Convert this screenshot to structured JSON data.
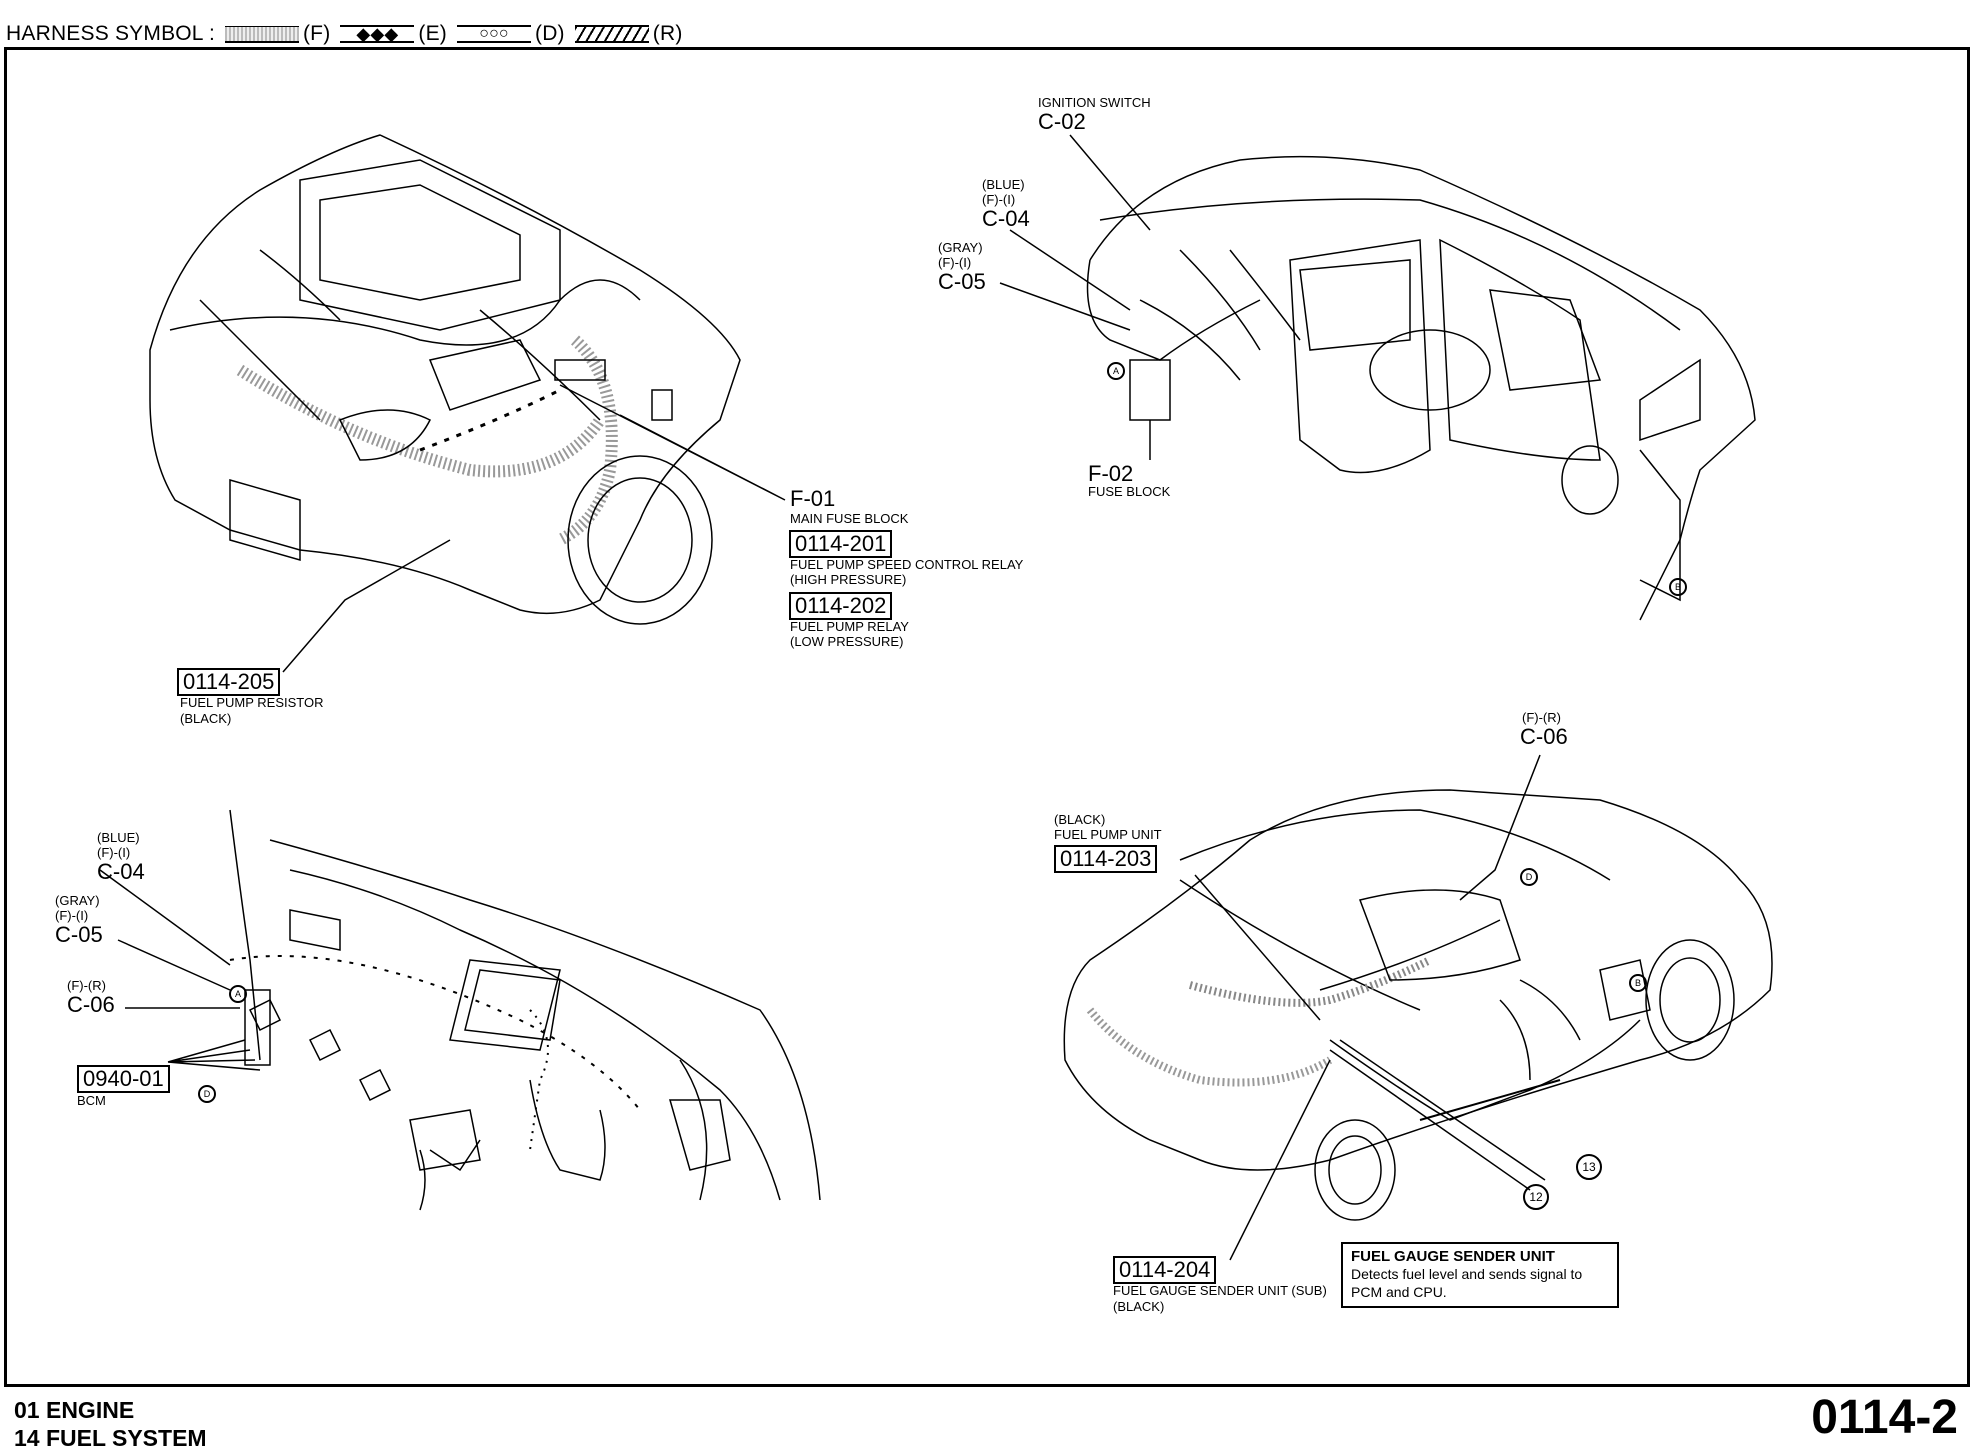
{
  "header": {
    "prefix": "HARNESS SYMBOL :",
    "symbols": [
      {
        "code": "(F)",
        "swatch": "dotted-band"
      },
      {
        "code": "(E)",
        "swatch": "diamonds",
        "glyph": "◆◆◆"
      },
      {
        "code": "(D)",
        "swatch": "circles",
        "glyph": "○○○"
      },
      {
        "code": "(R)",
        "swatch": "hatched"
      }
    ]
  },
  "engine_view": {
    "f01": {
      "code": "F-01",
      "desc": "MAIN FUSE BLOCK"
    },
    "r201": {
      "code": "0114-201",
      "desc1": "FUEL PUMP SPEED CONTROL RELAY",
      "desc2": "(HIGH PRESSURE)"
    },
    "r202": {
      "code": "0114-202",
      "desc1": "FUEL PUMP RELAY",
      "desc2": "(LOW PRESSURE)"
    },
    "r205": {
      "code": "0114-205",
      "desc1": "FUEL PUMP RESISTOR",
      "desc2": "(BLACK)"
    }
  },
  "dash_view": {
    "c02": {
      "desc": "IGNITION SWITCH",
      "code": "C-02"
    },
    "c04": {
      "color": "(BLUE)",
      "harness": "(F)-(I)",
      "code": "C-04"
    },
    "c05": {
      "color": "(GRAY)",
      "harness": "(F)-(I)",
      "code": "C-05"
    },
    "f02": {
      "code": "F-02",
      "desc": "FUSE BLOCK"
    },
    "marker_a": "A",
    "marker_b": "B"
  },
  "bcm_view": {
    "c04": {
      "color": "(BLUE)",
      "harness": "(F)-(I)",
      "code": "C-04"
    },
    "c05": {
      "color": "(GRAY)",
      "harness": "(F)-(I)",
      "code": "C-05"
    },
    "c06": {
      "harness": "(F)-(R)",
      "code": "C-06"
    },
    "bcm": {
      "code": "0940-01",
      "desc": "BCM"
    },
    "marker_a": "A",
    "marker_d": "D"
  },
  "body_view": {
    "c06": {
      "harness": "(F)-(R)",
      "code": "C-06"
    },
    "r203": {
      "color": "(BLACK)",
      "desc": "FUEL PUMP UNIT",
      "code": "0114-203"
    },
    "r204": {
      "code": "0114-204",
      "desc1": "FUEL GAUGE SENDER UNIT (SUB)",
      "desc2": "(BLACK)"
    },
    "ground12": "12",
    "ground13": "13",
    "marker_d": "D",
    "marker_b": "B",
    "note": {
      "title": "FUEL GAUGE SENDER UNIT",
      "line1": "Detects fuel level and sends signal to",
      "line2": "PCM and CPU."
    }
  },
  "footer": {
    "line1": "01  ENGINE",
    "line2": "14  FUEL SYSTEM",
    "page": "0114-2"
  }
}
